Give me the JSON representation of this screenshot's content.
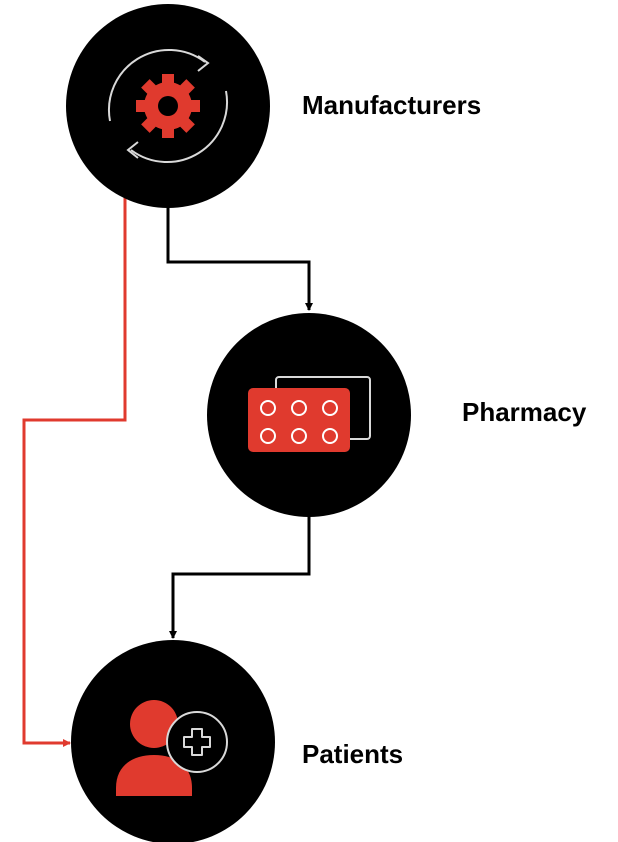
{
  "nodes": [
    {
      "id": "manufacturers",
      "label": "Manufacturers",
      "icon": "gear-refresh-icon"
    },
    {
      "id": "pharmacy",
      "label": "Pharmacy",
      "icon": "pill-blister-pack-icon"
    },
    {
      "id": "patients",
      "label": "Patients",
      "icon": "patient-medical-cross-icon"
    }
  ],
  "edges": [
    {
      "from": "manufacturers",
      "to": "pharmacy",
      "color": "#000000"
    },
    {
      "from": "pharmacy",
      "to": "patients",
      "color": "#000000"
    },
    {
      "from": "manufacturers",
      "to": "patients",
      "color": "#e03a2e"
    }
  ],
  "colors": {
    "node_fill": "#000000",
    "accent": "#e03a2e",
    "outline": "#d9d9d9"
  }
}
